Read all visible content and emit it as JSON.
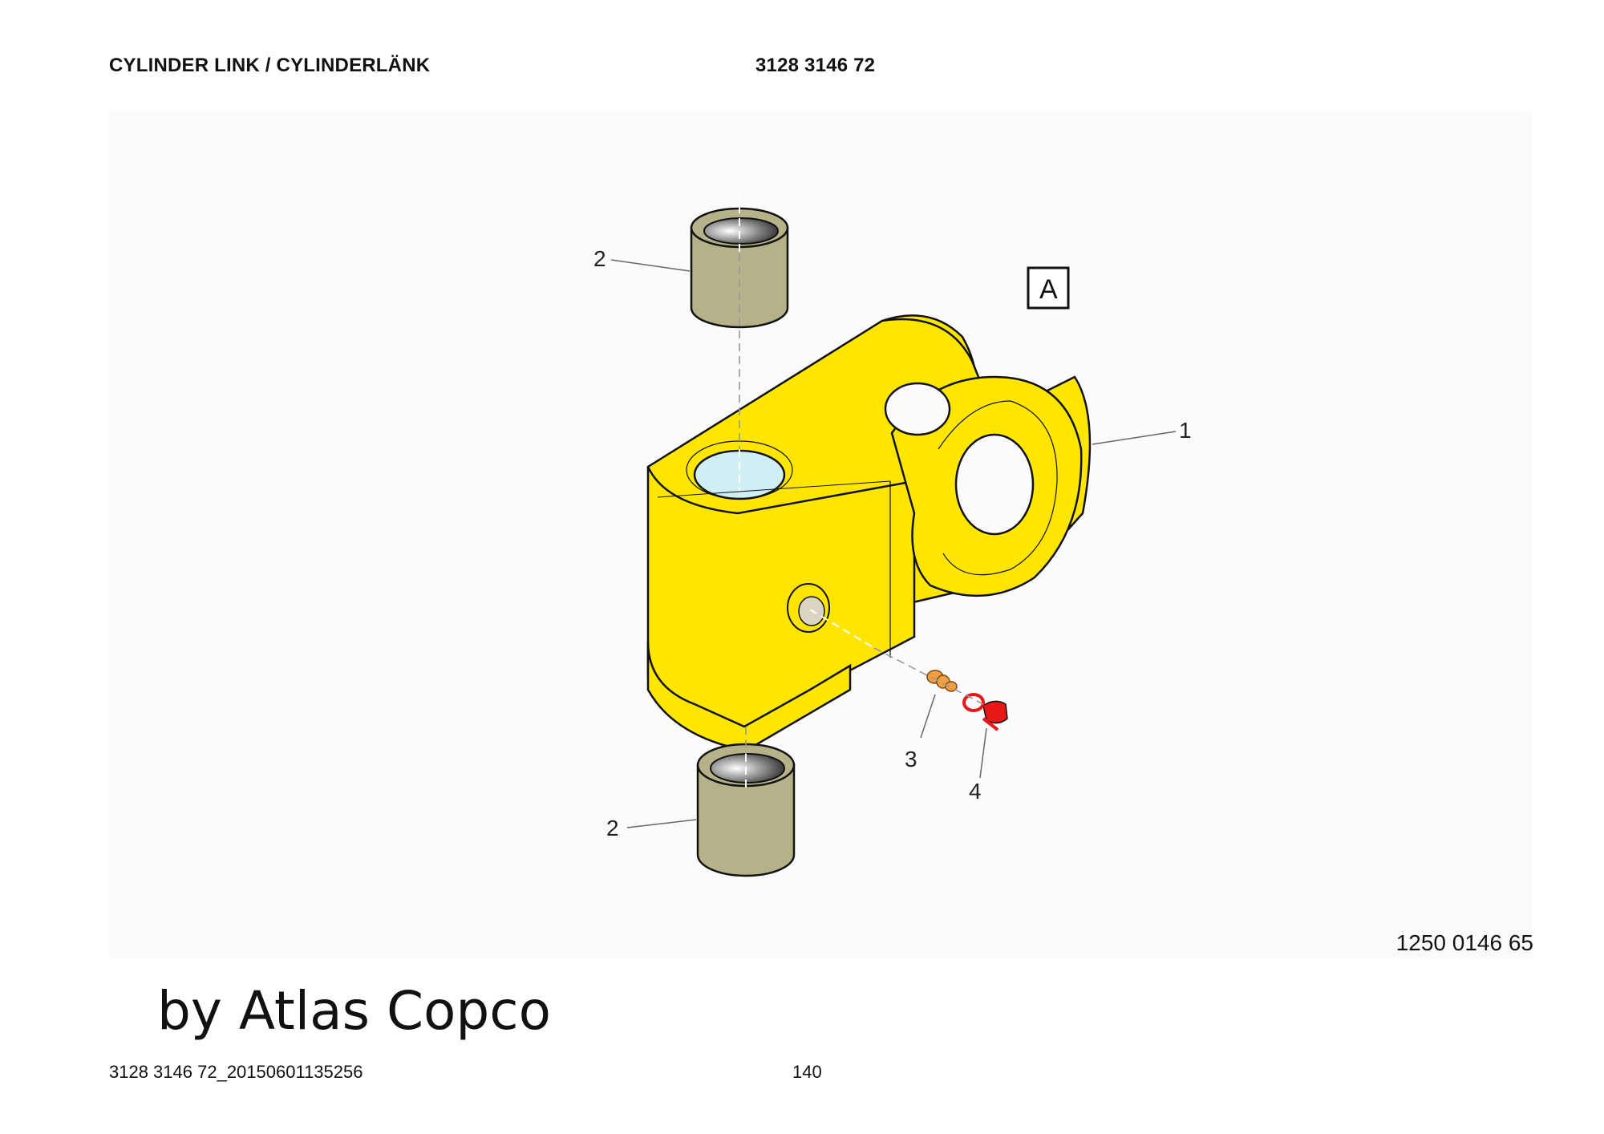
{
  "header": {
    "title": "CYLINDER LINK / CYLINDERLÄNK",
    "part_number": "3128 3146 72"
  },
  "figure": {
    "view_label": "A",
    "callouts": {
      "item_1": "1",
      "item_2_top": "2",
      "item_2_bottom": "2",
      "item_3": "3",
      "item_4": "4"
    },
    "figure_number": "1250 0146 65",
    "colors": {
      "link_body": "#FFE600",
      "bushing": "#B5B189",
      "bore_liquid": "#CFEFF4",
      "grease_nipple": "#F0A040",
      "cap": "#E81818"
    }
  },
  "watermark": "by Atlas Copco",
  "footer": {
    "document_id": "3128 3146 72_20150601135256",
    "page_number": "140"
  }
}
